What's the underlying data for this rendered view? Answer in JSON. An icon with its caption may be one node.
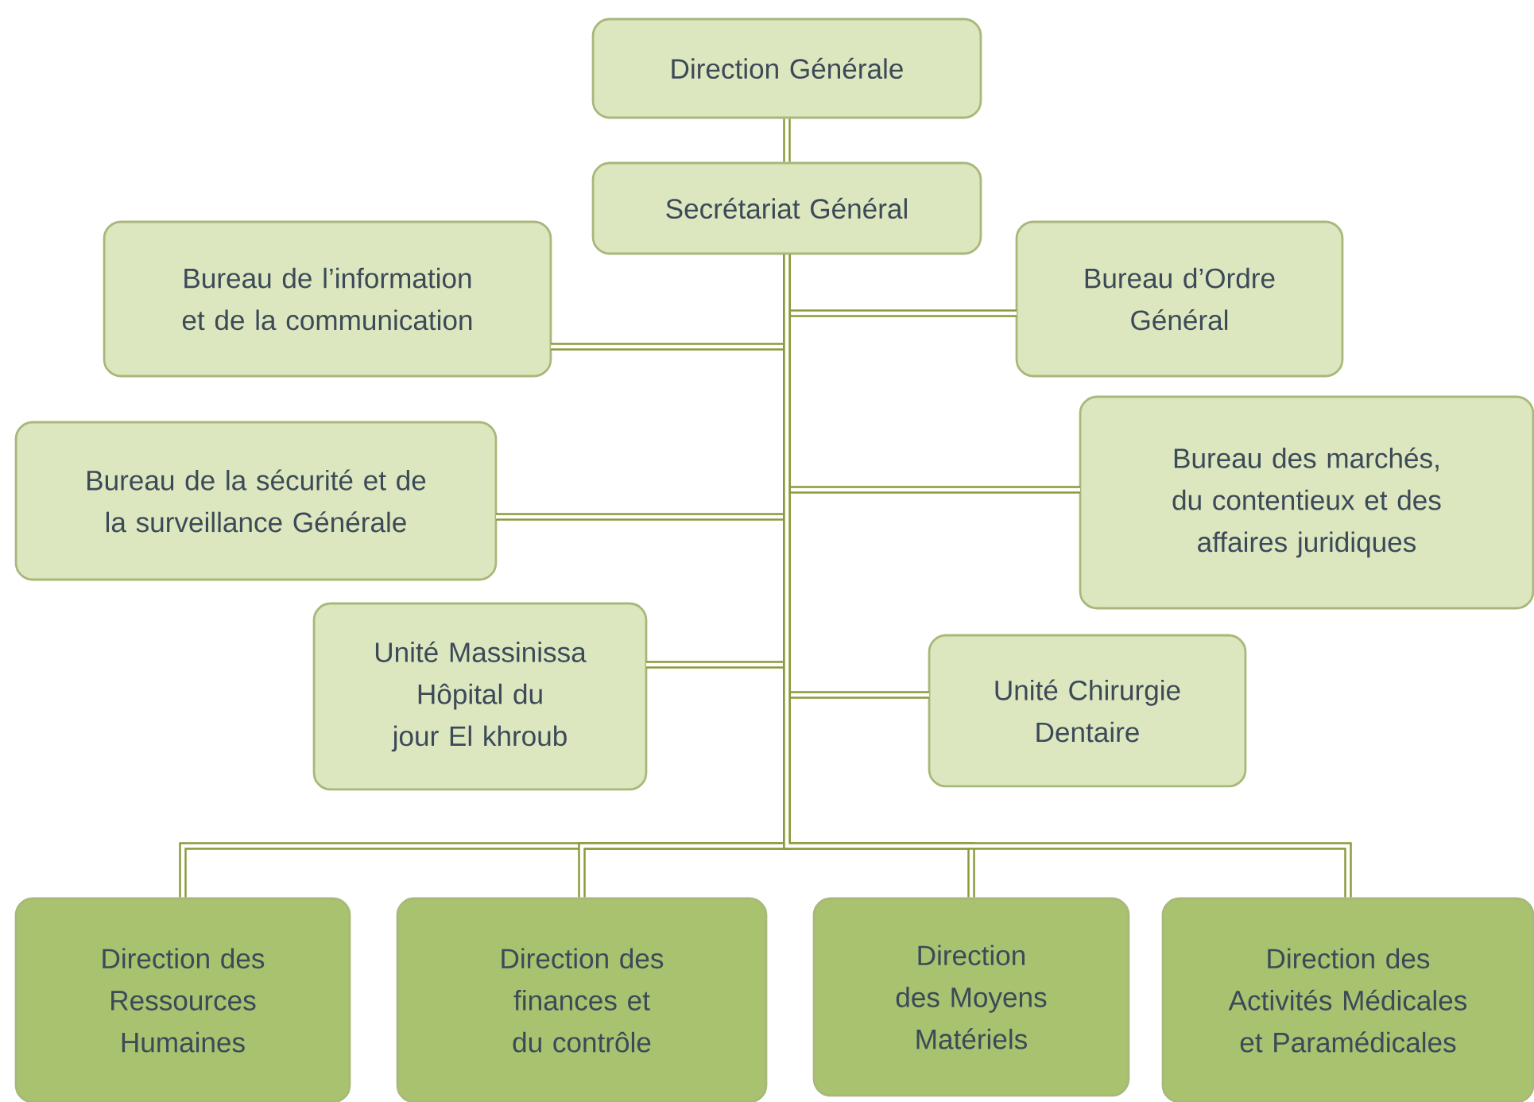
{
  "diagram": {
    "nodes": [
      {
        "text": [
          "Direction Générale"
        ]
      },
      {
        "text": [
          "Secrétariat Général"
        ]
      },
      {
        "text": [
          "Bureau de l’information et de la communication"
        ]
      },
      {
        "text": [
          "Bureau d’Ordre Général"
        ]
      },
      {
        "text": [
          "Bureau de la sécurité et de la surveillance Générale"
        ]
      },
      {
        "text": [
          "Bureau des marchés, du contentieux et des affaires juridiques"
        ]
      },
      {
        "text": [
          "Unité Massinissa Hôpital du jour El khroub"
        ]
      },
      {
        "text": [
          "Unité Chirurgie Dentaire"
        ]
      },
      {
        "text": [
          "Direction des Ressources Humaines"
        ]
      },
      {
        "text": [
          "Direction des finances et du contrôle"
        ]
      },
      {
        "text": [
          "Direction des Moyens Matériels"
        ]
      },
      {
        "text": [
          "Direction des Activités Médicales et Paramédicales"
        ]
      }
    ],
    "edges": [
      {
        "from": 0,
        "to": 1,
        "arrow": "none"
      },
      {
        "from": 1,
        "to": 2,
        "arrow": "none"
      },
      {
        "from": 1,
        "to": 3,
        "arrow": "none"
      },
      {
        "from": 1,
        "to": 4,
        "arrow": "none"
      },
      {
        "from": 1,
        "to": 5,
        "arrow": "none"
      },
      {
        "from": 1,
        "to": 6,
        "arrow": "none"
      },
      {
        "from": 1,
        "to": 7,
        "arrow": "none"
      },
      {
        "from": 1,
        "to": 8,
        "arrow": "none"
      },
      {
        "from": 1,
        "to": 9,
        "arrow": "none"
      },
      {
        "from": 1,
        "to": 10,
        "arrow": "none"
      },
      {
        "from": 1,
        "to": 11,
        "arrow": "none"
      }
    ]
  }
}
